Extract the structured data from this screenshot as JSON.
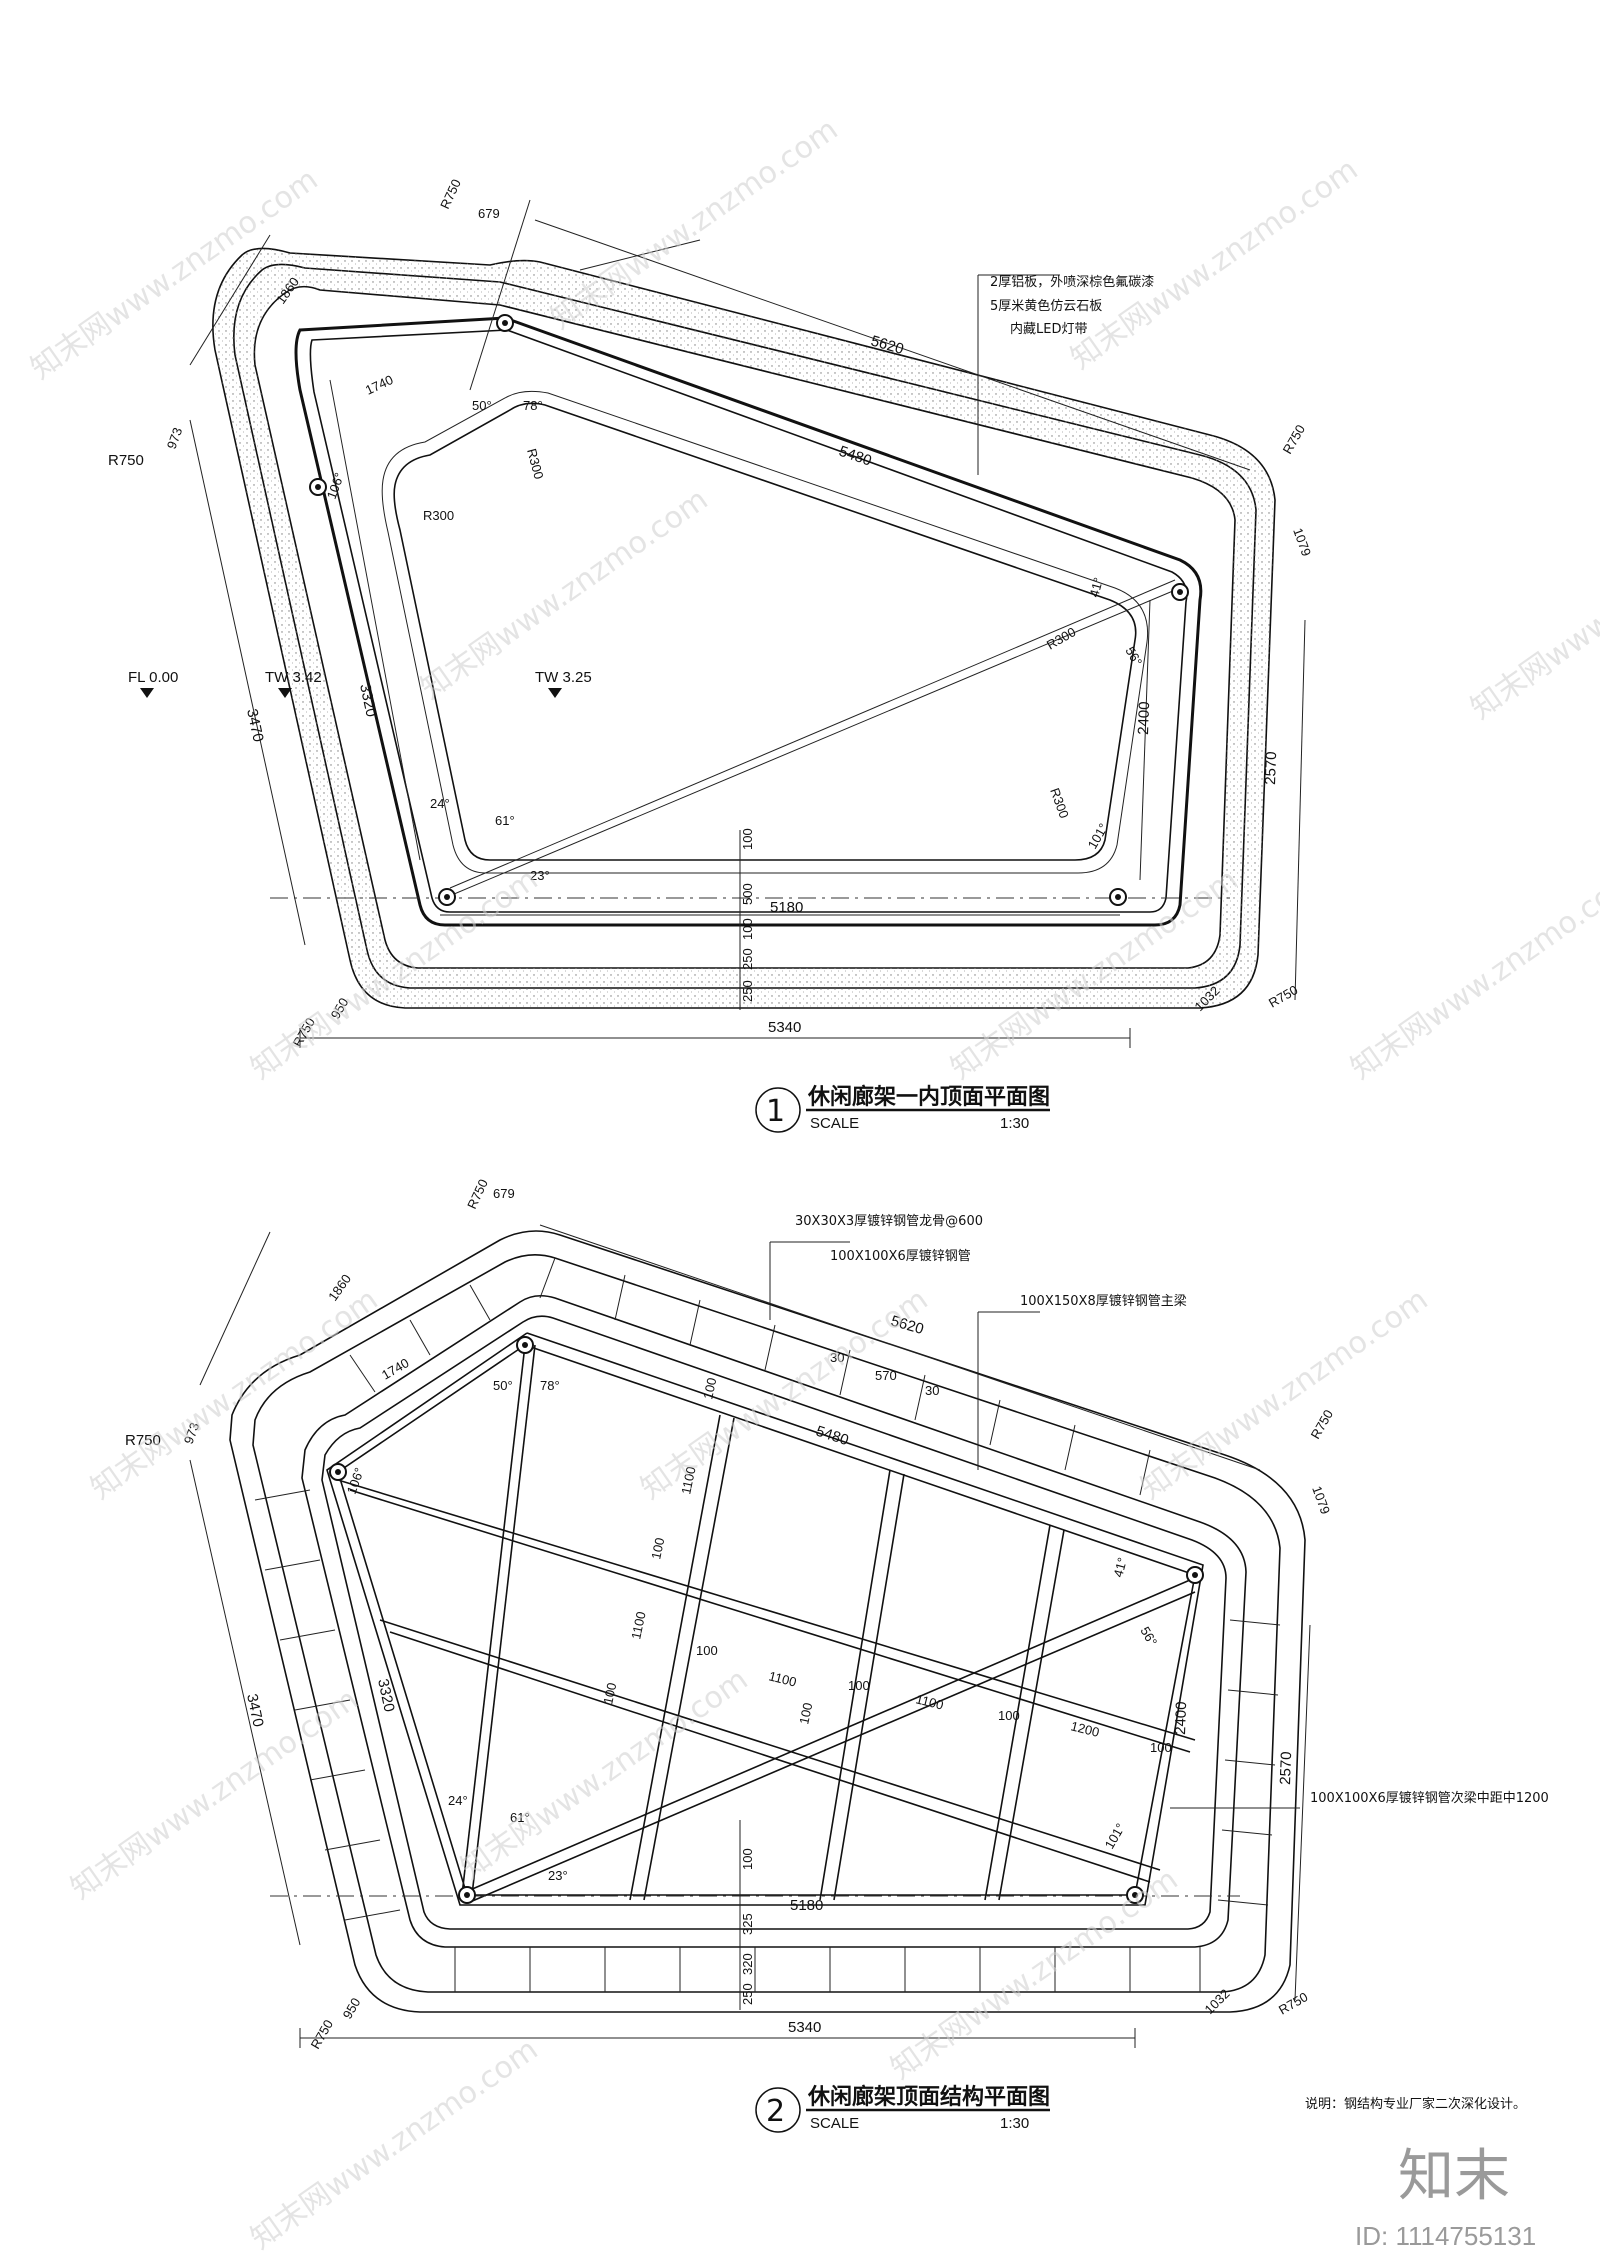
{
  "plan1": {
    "title": "休闲廊架一内顶面平面图",
    "number": "1",
    "scale_label": "SCALE",
    "scale": "1:30",
    "dims": {
      "r750_top": "R750",
      "d679": "679",
      "d1860": "1860",
      "d1740": "1740",
      "d973": "973",
      "r750_left": "R750",
      "d5620": "5620",
      "d5480": "5480",
      "r750_right": "R750",
      "d1079": "1079",
      "d3470": "3470",
      "d3320": "3320",
      "d2400": "2400",
      "d2570": "2570",
      "d5180": "5180",
      "d5340": "5340",
      "d100": "100",
      "d500": "500",
      "d100b": "100",
      "d250a": "250",
      "d250b": "250",
      "r750_bl": "R750",
      "d950": "950",
      "r750_br": "R750",
      "d1032": "1032",
      "r300_a": "R300",
      "r300_b": "R300",
      "r300_c": "R300",
      "r300_d": "R300",
      "a50": "50°",
      "a78": "78°",
      "a106": "106°",
      "a41": "41°",
      "a56": "56°",
      "a24": "24°",
      "a61": "61°",
      "a23": "23°",
      "a101": "101°"
    },
    "levels": {
      "fl": "FL 0.00",
      "tw1": "TW 3.42",
      "tw2": "TW 3.25"
    },
    "notes": [
      "2厚铝板，外喷深棕色氟碳漆",
      "5厚米黄色仿云石板",
      "内藏LED灯带"
    ]
  },
  "plan2": {
    "title": "休闲廊架顶面结构平面图",
    "number": "2",
    "scale_label": "SCALE",
    "scale": "1:30",
    "dims": {
      "r750_top": "R750",
      "d679": "679",
      "d1860": "1860",
      "d1740": "1740",
      "d973": "973",
      "r750_left": "R750",
      "d5620": "5620",
      "d5480": "5480",
      "d30a": "30",
      "d570": "570",
      "d30b": "30",
      "r750_right": "R750",
      "d1079": "1079",
      "d3470": "3470",
      "d3320": "3320",
      "d2400": "2400",
      "d2570": "2570",
      "d5180": "5180",
      "d5340": "5340",
      "d1100a": "1100",
      "d1100b": "1100",
      "d1100c": "1100",
      "d1100d": "1100",
      "d1200": "1200",
      "d100a": "100",
      "d100b": "100",
      "d100c": "100",
      "d100d": "100",
      "d100e": "100",
      "d100f": "100",
      "d100g": "100",
      "d100h": "100",
      "d100i": "100",
      "d325": "325",
      "d320": "320",
      "d250": "250",
      "r750_bl": "R750",
      "d950": "950",
      "r750_br": "R750",
      "d1032": "1032",
      "a50": "50°",
      "a78": "78°",
      "a106": "106°",
      "a41": "41°",
      "a56": "56°",
      "a24": "24°",
      "a61": "61°",
      "a23": "23°",
      "a101": "101°"
    },
    "notes": [
      "30X30X3厚镀锌钢管龙骨@600",
      "100X100X6厚镀锌钢管",
      "100X150X8厚镀锌钢管主梁",
      "100X100X6厚镀锌钢管次梁中距中1200"
    ],
    "remark": "说明：钢结构专业厂家二次深化设计。"
  },
  "watermark": "知末网www.znzmo.com",
  "brand": "知末",
  "id_label": "ID: 1114755131"
}
